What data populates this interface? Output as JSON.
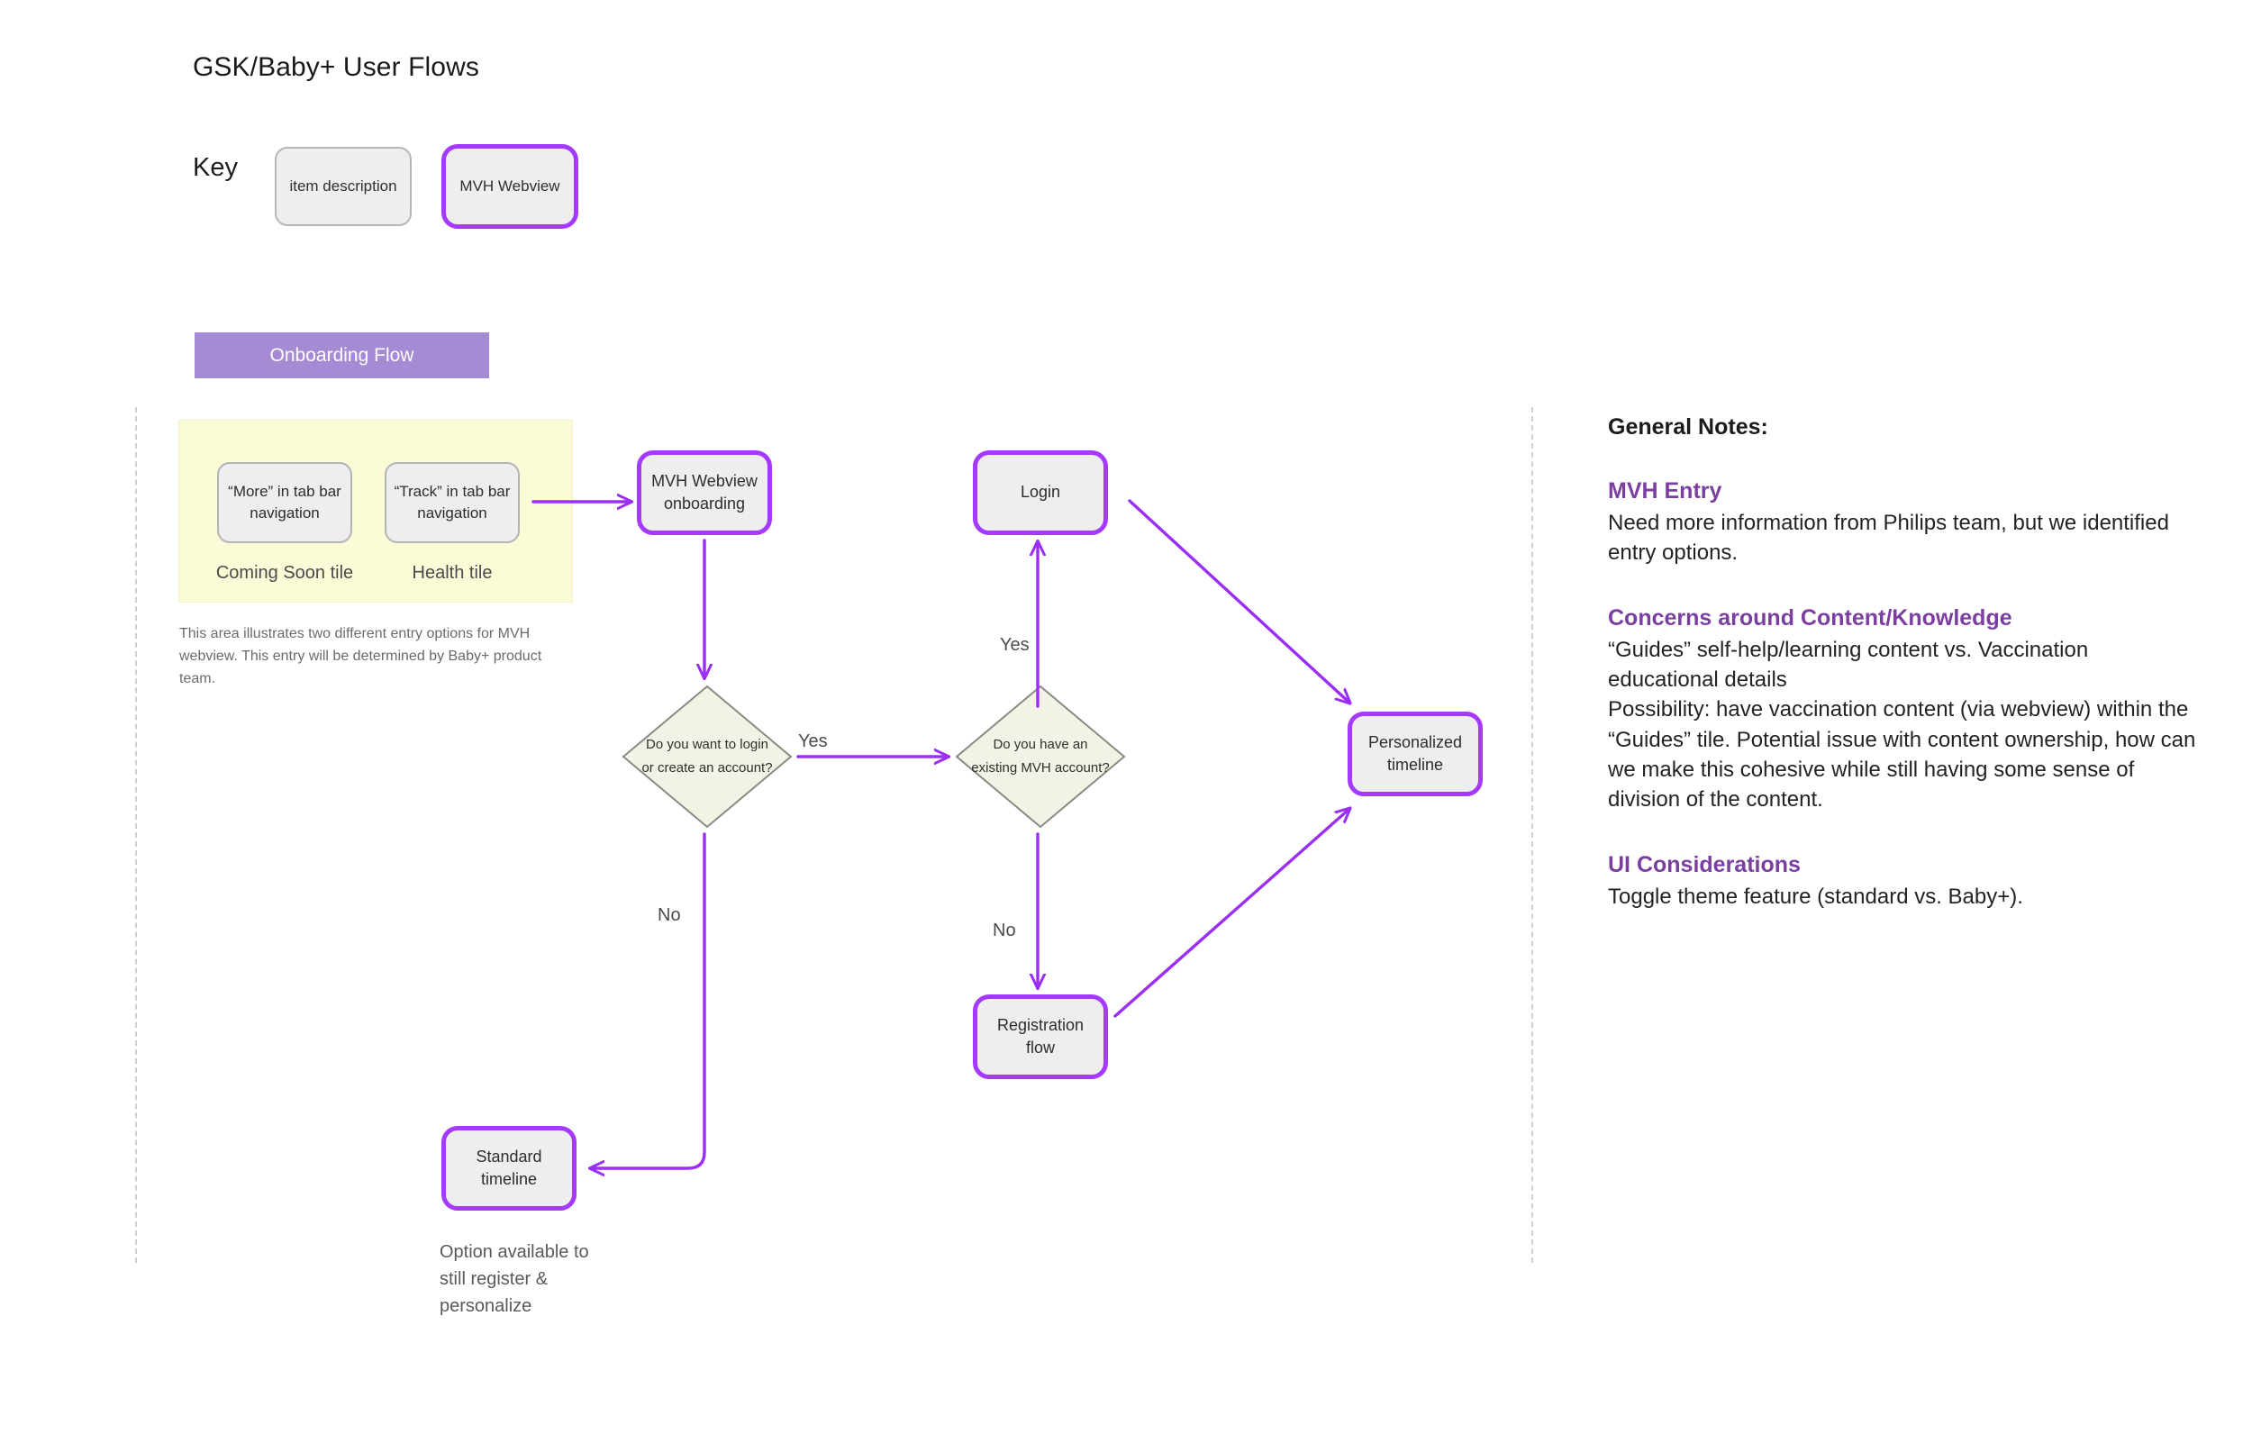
{
  "page": {
    "title": "GSK/Baby+ User Flows",
    "background": "#ffffff",
    "accent_purple": "#a53aff",
    "banner_purple": "#a58ad4",
    "heading_purple": "#7b3fa0",
    "highlight_yellow": "#fcfbd7",
    "node_fill": "#eeeeee",
    "diamond_fill": "#f2f2e6"
  },
  "key": {
    "label": "Key",
    "items": [
      {
        "label": "item description",
        "style": "grey"
      },
      {
        "label": "MVH Webview",
        "style": "purple"
      }
    ]
  },
  "section": {
    "banner_label": "Onboarding Flow"
  },
  "entry_area": {
    "tiles": [
      {
        "box_label": "“More” in tab bar navigation",
        "caption": "Coming Soon tile"
      },
      {
        "box_label": "“Track” in tab bar navigation",
        "caption": "Health tile"
      }
    ],
    "note": "This area illustrates two different entry options for MVH webview. This entry will be determined by Baby+ product team."
  },
  "flow": {
    "nodes": [
      {
        "id": "onboarding",
        "label": "MVH Webview onboarding",
        "style": "purple"
      },
      {
        "id": "login",
        "label": "Login",
        "style": "purple"
      },
      {
        "id": "personalized",
        "label": "Personalized timeline",
        "style": "purple"
      },
      {
        "id": "registration",
        "label": "Registration flow",
        "style": "purple"
      },
      {
        "id": "standard",
        "label": "Standard timeline",
        "style": "purple"
      }
    ],
    "decisions": [
      {
        "id": "d1",
        "line1": "Do you want to login",
        "line2": "or create an account?"
      },
      {
        "id": "d2",
        "line1": "Do you have an",
        "line2": "existing MVH account?"
      }
    ],
    "edge_labels": {
      "d1_yes": "Yes",
      "d1_no": "No",
      "d2_yes": "Yes",
      "d2_no": "No"
    },
    "standard_caption": "Option available to still register & personalize"
  },
  "notes": {
    "title": "General Notes:",
    "sections": [
      {
        "heading": "MVH Entry",
        "body": "Need more information from Philips team, but we identified entry options."
      },
      {
        "heading": "Concerns around Content/Knowledge",
        "body": "“Guides” self-help/learning content vs. Vaccination educational details\nPossibility: have vaccination content (via webview) within the “Guides” tile. Potential issue with content ownership, how can we make this cohesive while still having some sense of division of the content."
      },
      {
        "heading": "UI Considerations",
        "body": "Toggle theme feature (standard vs. Baby+)."
      }
    ]
  }
}
